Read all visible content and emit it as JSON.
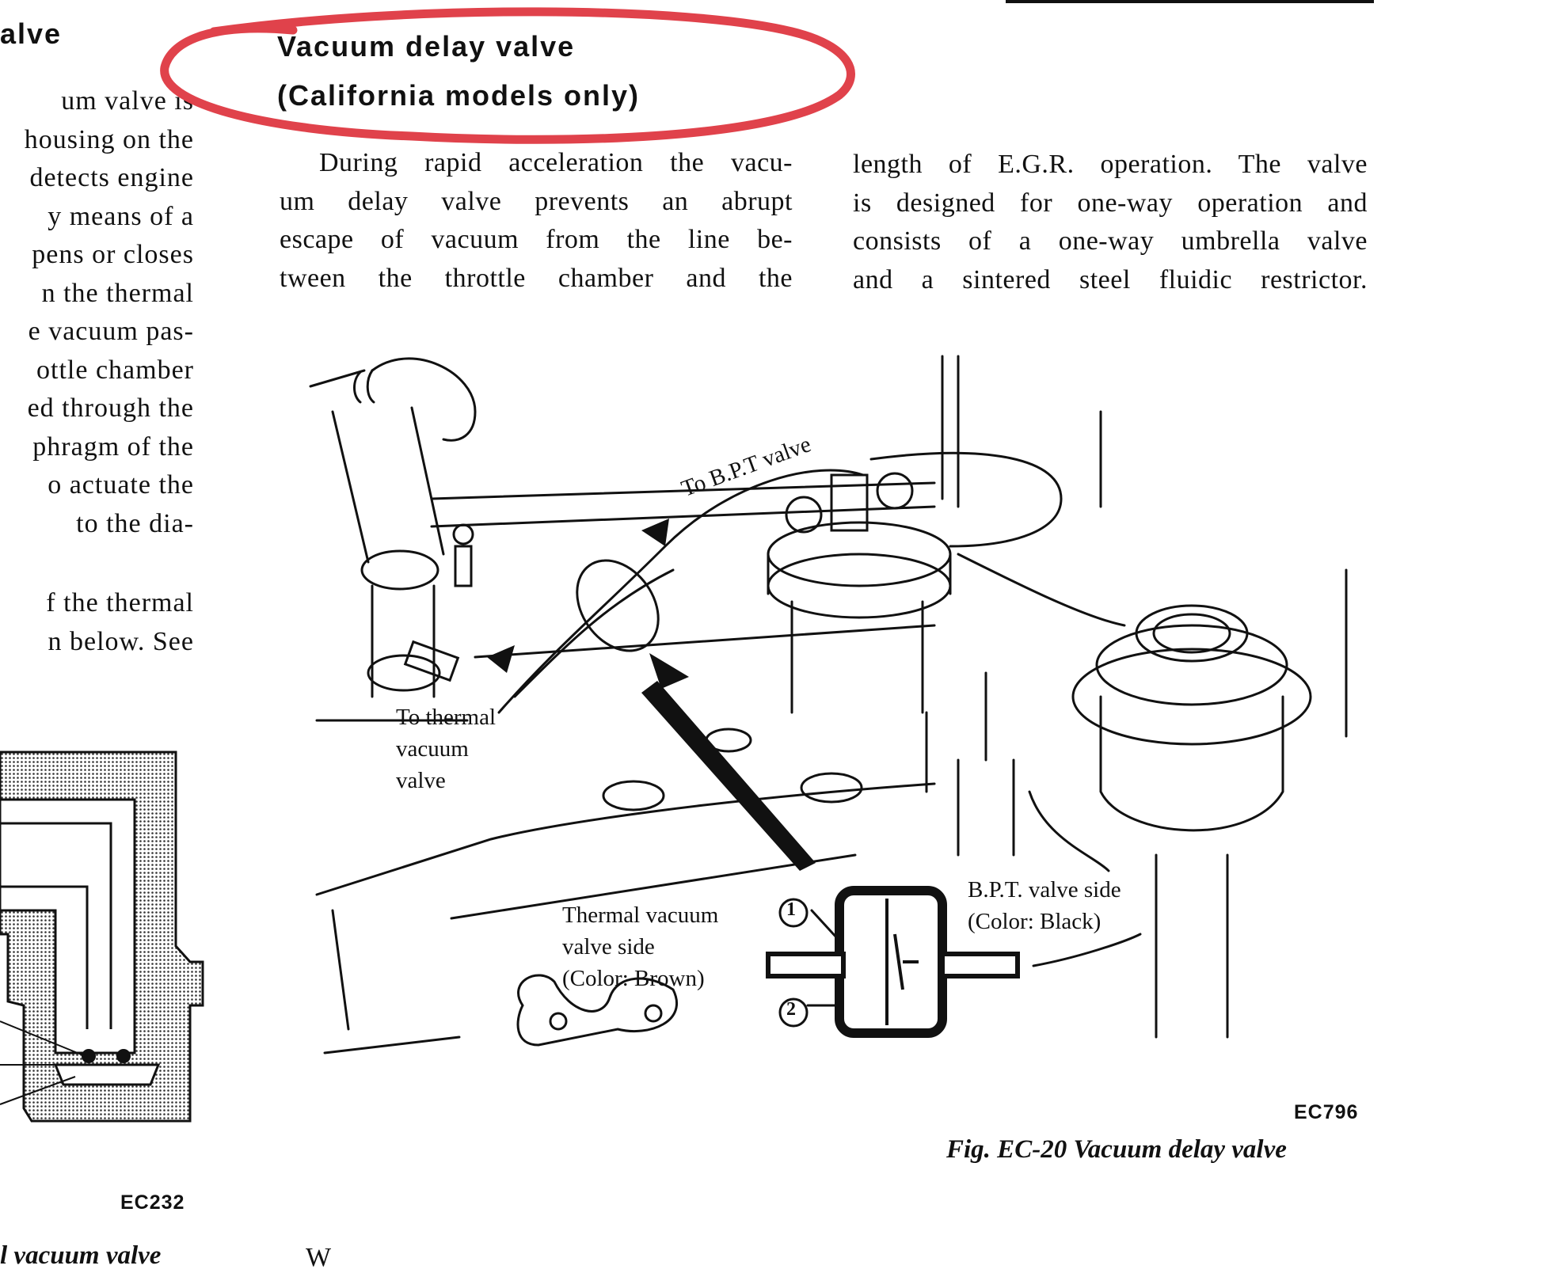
{
  "left_column": {
    "heading": "alve",
    "lines": [
      "um valve is",
      "housing on the",
      "detects engine",
      "y means of a",
      "pens or closes",
      "n the thermal",
      "e vacuum pas-",
      "ottle chamber",
      "ed through the",
      "phragm of the",
      "o actuate the",
      "to the dia-"
    ],
    "lines2": [
      "f the thermal",
      "n below. See"
    ],
    "figure_code": "EC232",
    "caption_partial": "l vacuum valve"
  },
  "section": {
    "title_line1": "Vacuum delay valve",
    "title_line2": "(California models only)",
    "para_middle": [
      "During rapid acceleration the vacu-",
      "um delay valve prevents an abrupt",
      "escape of vacuum from the line be-",
      "tween the throttle chamber and the"
    ],
    "para_right": [
      "length of E.G.R. operation. The valve",
      "is designed for one-way operation and",
      "consists of a one-way umbrella valve",
      "and a sintered steel fluidic restrictor."
    ],
    "bottom_partial": "W"
  },
  "figure": {
    "labels": {
      "to_bpt": "To B.P.T valve",
      "to_thermal_1": "To thermal",
      "to_thermal_2": "vacuum",
      "to_thermal_3": "valve",
      "tvv_side_1": "Thermal vacuum",
      "tvv_side_2": "valve side",
      "tvv_side_3": "(Color:  Brown)",
      "bpt_side_1": "B.P.T. valve side",
      "bpt_side_2": "(Color:  Black)",
      "callout_1": "1",
      "callout_2": "2"
    },
    "code": "EC796",
    "caption": "Fig. EC-20  Vacuum delay valve"
  },
  "annotation_color": "#e0424b"
}
